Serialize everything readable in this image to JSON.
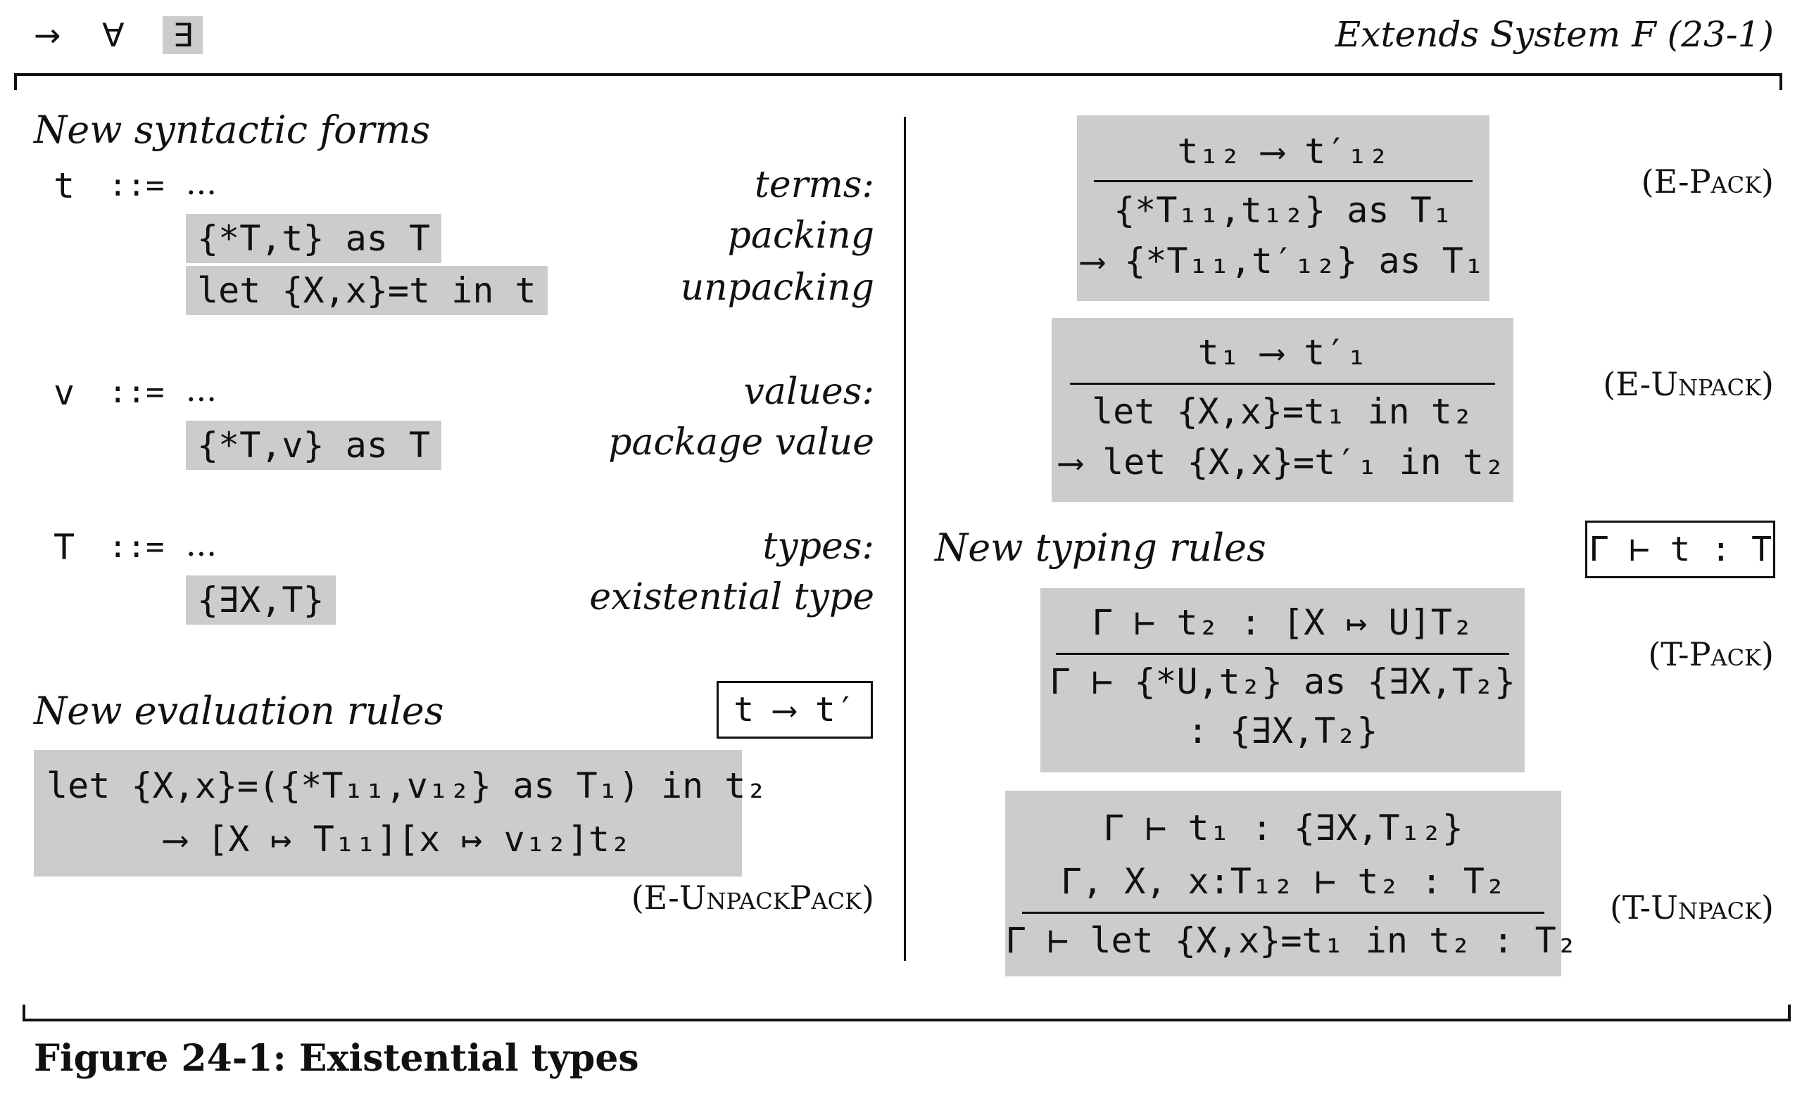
{
  "header": {
    "symbols": [
      "→",
      "∀",
      "∃"
    ],
    "title": "Extends System F (23-1)"
  },
  "syntax": {
    "heading": "New syntactic forms",
    "terms": {
      "metavar": "t",
      "def": "::=",
      "ellipsis": "...",
      "label": "terms:",
      "forms": [
        {
          "code": "{*T,t} as T",
          "desc": "packing"
        },
        {
          "code": "let {X,x}=t in t",
          "desc": "unpacking"
        }
      ]
    },
    "values": {
      "metavar": "v",
      "def": "::=",
      "ellipsis": "...",
      "label": "values:",
      "forms": [
        {
          "code": "{*T,v} as T",
          "desc": "package value"
        }
      ]
    },
    "types": {
      "metavar": "T",
      "def": "::=",
      "ellipsis": "...",
      "label": "types:",
      "forms": [
        {
          "code": "{∃X,T}",
          "desc": "existential type"
        }
      ]
    }
  },
  "evaluation": {
    "heading": "New evaluation rules",
    "judgment": "t ⟶ t′",
    "unpackpack": {
      "line1": "let {X,x}=({*T₁₁,v₁₂} as T₁) in t₂",
      "line2": "⟶ [X ↦ T₁₁][x ↦ v₁₂]t₂",
      "name": "(E-UnpackPack)"
    },
    "pack": {
      "premise": "t₁₂ ⟶ t′₁₂",
      "concl1": "{*T₁₁,t₁₂} as T₁",
      "concl2": "⟶ {*T₁₁,t′₁₂} as T₁",
      "name": "(E-Pack)"
    },
    "unpack": {
      "premise": "t₁ ⟶ t′₁",
      "concl1": "let {X,x}=t₁ in t₂",
      "concl2": "⟶ let {X,x}=t′₁ in t₂",
      "name": "(E-Unpack)"
    }
  },
  "typing": {
    "heading": "New typing rules",
    "judgment": "Γ ⊢ t : T",
    "tpack": {
      "premise": "Γ ⊢ t₂ : [X ↦ U]T₂",
      "concl1": "Γ ⊢ {*U,t₂} as {∃X,T₂}",
      "concl2": ": {∃X,T₂}",
      "name": "(T-Pack)"
    },
    "tunpack": {
      "premise1": "Γ ⊢ t₁ : {∃X,T₁₂}",
      "premise2": "Γ, X, x:T₁₂ ⊢ t₂ : T₂",
      "concl": "Γ ⊢ let {X,x}=t₁ in t₂ : T₂",
      "name": "(T-Unpack)"
    }
  },
  "caption": "Figure 24-1: Existential types"
}
